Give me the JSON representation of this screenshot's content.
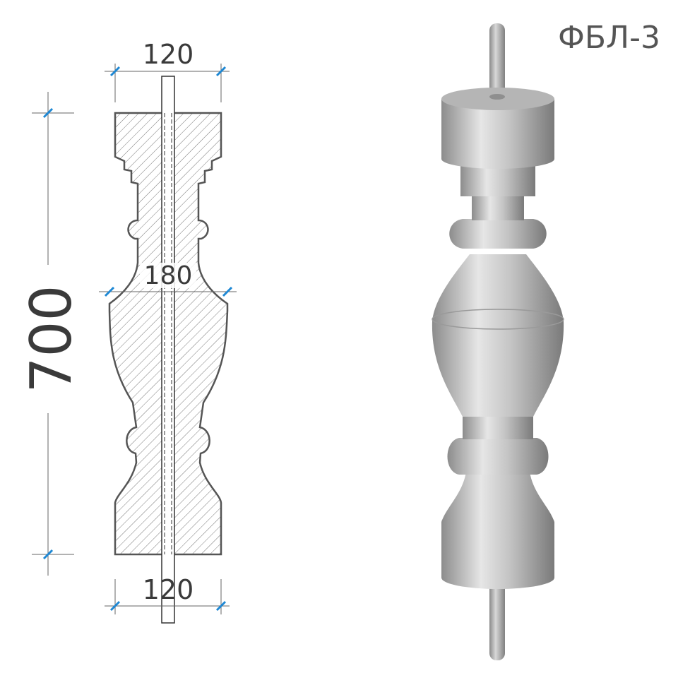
{
  "title": "ФБЛ-3",
  "dimensions": {
    "top_width": "120",
    "middle_width": "180",
    "bottom_width": "120",
    "height": "700"
  },
  "colors": {
    "tick": "#1e88d4",
    "line": "#555555",
    "body": "#a8a8a8"
  }
}
